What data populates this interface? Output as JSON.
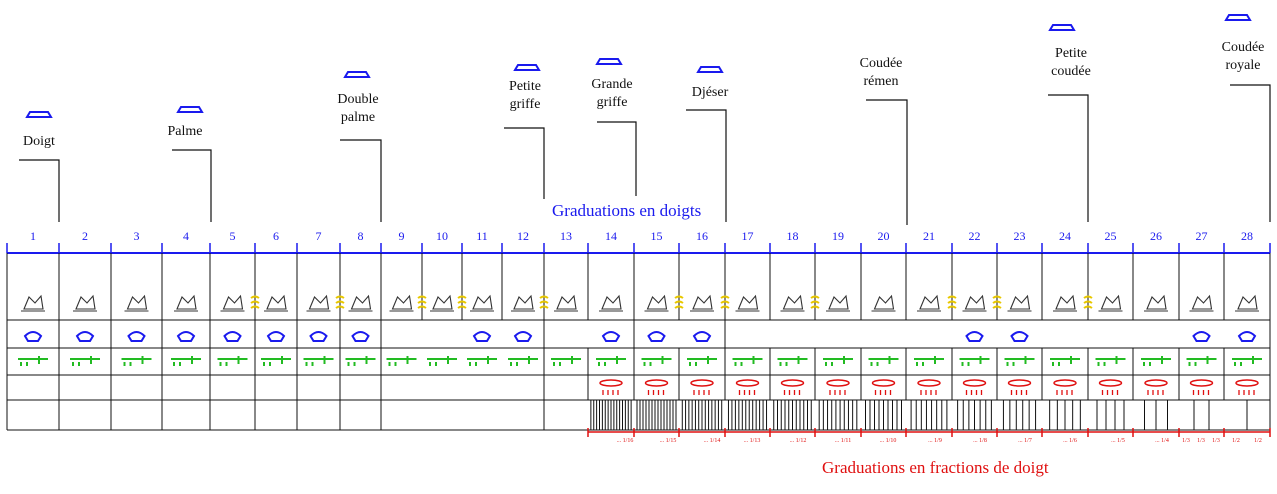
{
  "labels": [
    {
      "id": "doigt",
      "text": [
        "Doigt"
      ]
    },
    {
      "id": "palme",
      "text": [
        "Palme"
      ]
    },
    {
      "id": "double-palme",
      "text": [
        "Double",
        "palme"
      ]
    },
    {
      "id": "petite-griffe",
      "text": [
        "Petite",
        "griffe"
      ]
    },
    {
      "id": "grande-griffe",
      "text": [
        "Grande",
        "griffe"
      ]
    },
    {
      "id": "djeser",
      "text": [
        "Djéser"
      ]
    },
    {
      "id": "coudee-remen",
      "text": [
        "Coudée",
        "rémen"
      ]
    },
    {
      "id": "petite-coudee",
      "text": [
        "Petite",
        "coudée"
      ]
    },
    {
      "id": "coudee-royale",
      "text": [
        "Coudée",
        "royale"
      ]
    }
  ],
  "finger_title": "Graduations en doigts",
  "fraction_title": "Graduations en fractions de doigt",
  "finger_numbers": [
    "1",
    "2",
    "3",
    "4",
    "5",
    "6",
    "7",
    "8",
    "9",
    "10",
    "11",
    "12",
    "13",
    "14",
    "15",
    "16",
    "17",
    "18",
    "19",
    "20",
    "21",
    "22",
    "23",
    "24",
    "25",
    "26",
    "27",
    "28"
  ],
  "fraction_labels": [
    "... 1/16",
    "... 1/15",
    "... 1/14",
    "... 1/13",
    "... 1/12",
    "... 1/11",
    "... 1/10",
    "... 1/9",
    "... 1/8",
    "... 1/7",
    "... 1/6",
    "... 1/5",
    "... 1/4",
    "1/3",
    "1/3",
    "1/3",
    "1/2",
    "1/2"
  ],
  "fraction_divisions": [
    16,
    15,
    14,
    13,
    12,
    11,
    10,
    9,
    8,
    7,
    6,
    5,
    4,
    3,
    2
  ],
  "colors": {
    "blue": "#1a1aee",
    "red": "#e01010",
    "green": "#22bb22",
    "yellow": "#e8c800",
    "line": "#111111"
  },
  "icons": [
    "finger-glyph",
    "palm-glyph",
    "claw-glyph",
    "djeser-glyph",
    "cubit-glyph",
    "hieroglyph-row"
  ]
}
